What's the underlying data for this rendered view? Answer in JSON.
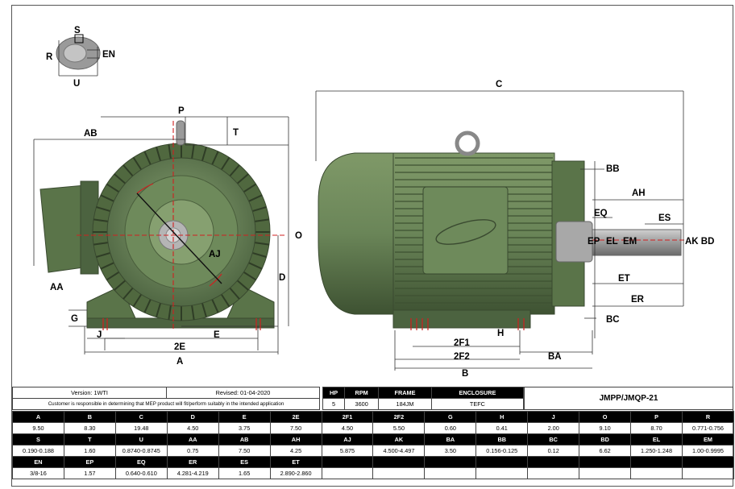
{
  "labels": {
    "shaft_s": "S",
    "shaft_r": "R",
    "shaft_en": "EN",
    "shaft_u": "U",
    "p": "P",
    "t": "T",
    "ab": "AB",
    "o": "O",
    "aj": "AJ",
    "aa": "AA",
    "d": "D",
    "g": "G",
    "j": "J",
    "e": "E",
    "twoe": "2E",
    "a": "A",
    "c": "C",
    "bb": "BB",
    "ah": "AH",
    "eq": "EQ",
    "es": "ES",
    "ep": "EP",
    "el": "EL",
    "em": "EM",
    "akbd": "AK BD",
    "et": "ET",
    "er": "ER",
    "bc": "BC",
    "h": "H",
    "twof1": "2F1",
    "twof2": "2F2",
    "ba": "BA",
    "b": "B"
  },
  "info": {
    "version": "Version: 1WTI",
    "revised": "Revised: 01-04-2020",
    "disclaimer": "Customer is responsible in determining that MEP product will fit/perform suitably in the intended application"
  },
  "spec_headers": [
    "HP",
    "RPM",
    "FRAME",
    "ENCLOSURE"
  ],
  "spec_values": [
    "5",
    "3600",
    "184JM",
    "TEFC"
  ],
  "model": "JMPP/JMQP-21",
  "row1_headers": [
    "A",
    "B",
    "C",
    "D",
    "E",
    "2E",
    "2F1",
    "2F2",
    "G",
    "H",
    "J",
    "O",
    "P",
    "R"
  ],
  "row1_values": [
    "9.50",
    "8.30",
    "19.48",
    "4.50",
    "3.75",
    "7.50",
    "4.50",
    "5.50",
    "0.60",
    "0.41",
    "2.00",
    "9.10",
    "8.70",
    "0.771-0.756"
  ],
  "row2_headers": [
    "S",
    "T",
    "U",
    "AA",
    "AB",
    "AH",
    "AJ",
    "AK",
    "BA",
    "BB",
    "BC",
    "BD",
    "EL",
    "EM"
  ],
  "row2_values": [
    "0.190-0.188",
    "1.60",
    "0.8740-0.8745",
    "0.75",
    "7.50",
    "4.25",
    "5.875",
    "4.500-4.497",
    "3.50",
    "0.156-0.125",
    "0.12",
    "6.62",
    "1.250-1.248",
    "1.00-0.9995"
  ],
  "row3_headers": [
    "EN",
    "EP",
    "EQ",
    "ER",
    "ES",
    "ET"
  ],
  "row3_values": [
    "3/8-16",
    "1.57",
    "0.640-0.610",
    "4.281-4.219",
    "1.65",
    "2.890-2.860"
  ],
  "colors": {
    "motor_body": "#5f7a4e",
    "motor_dark": "#3e5232",
    "motor_light": "#8aa474",
    "shaft": "#9a9a9a",
    "dim_red": "#d02020"
  }
}
